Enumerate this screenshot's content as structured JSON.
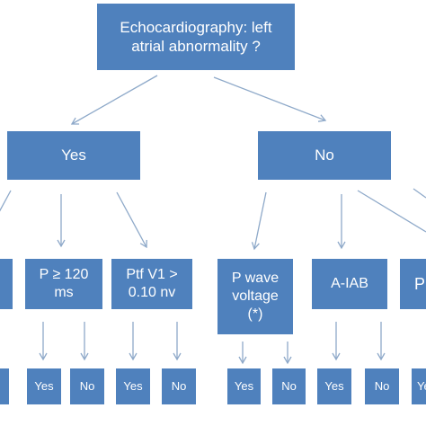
{
  "diagram": {
    "root": {
      "label": "Echocardiography: left\natrial abnormality ?"
    },
    "level1": [
      {
        "label": "Yes"
      },
      {
        "label": "No"
      }
    ],
    "level2": [
      {
        "label": ""
      },
      {
        "label": "P ≥ 120\nms"
      },
      {
        "label": "Ptf V1 >\n0.10 nv"
      },
      {
        "label": "P wave\nvoltage\n(*)"
      },
      {
        "label": "A-IAB"
      },
      {
        "label": "P"
      }
    ],
    "level3": [
      {
        "label": ""
      },
      {
        "label": "Yes"
      },
      {
        "label": "No"
      },
      {
        "label": "Yes"
      },
      {
        "label": "No"
      },
      {
        "label": "Yes"
      },
      {
        "label": "No"
      },
      {
        "label": "Yes"
      },
      {
        "label": "No"
      },
      {
        "label": "Ye"
      }
    ],
    "colors": {
      "box_fill": "#4f81bd",
      "box_text": "#ffffff",
      "arrow": "#8ea9c9"
    }
  }
}
